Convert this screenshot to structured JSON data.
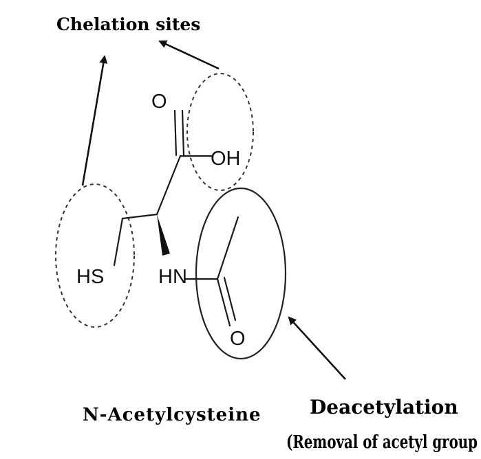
{
  "diagram": {
    "annotation_chelation": "Chelation sites",
    "compound_name": "N-Acetylcysteine",
    "deacetylation_title": "Deacetylation",
    "deacetylation_subtitle": "(Removal of acetyl group",
    "atoms": {
      "carbonyl_o_top": "O",
      "hydroxyl": "OH",
      "thiol": "HS",
      "amine": "HN",
      "carbonyl_o_bottom": "O"
    }
  }
}
